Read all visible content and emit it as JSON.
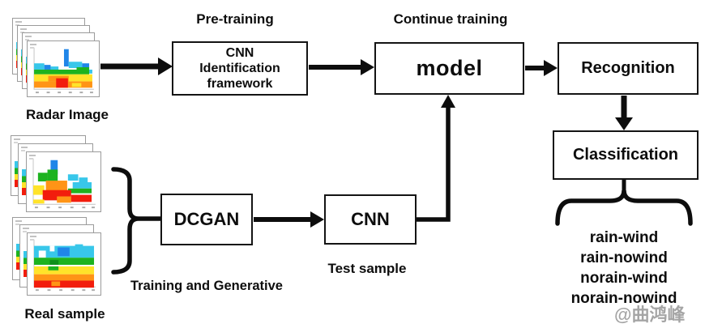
{
  "diagram": {
    "labels": {
      "pre_training": "Pre-training",
      "continue_training": "Continue training",
      "radar_image": "Radar Image",
      "real_sample": "Real sample",
      "test_sample": "Test sample",
      "training_and_generative": "Training and Generative"
    },
    "boxes": {
      "cnn_framework_lines": [
        "CNN",
        "Identification",
        "framework"
      ],
      "model": "model",
      "recognition": "Recognition",
      "classification": "Classification",
      "dcgan": "DCGAN",
      "cnn": "CNN"
    },
    "classes": [
      "rain-wind",
      "rain-nowind",
      "norain-wind",
      "norain-nowind"
    ],
    "watermark": "@曲鸿峰",
    "colors": {
      "background": "#ffffff",
      "arrow": "#0d0d0d",
      "box_border": "#141414",
      "box_fill": "#ffffff",
      "watermark_gray": "#969696",
      "radar_palette": {
        "blue": "#2086e8",
        "cyan": "#38c7ea",
        "green": "#1db31f",
        "dark_green": "#0d8f1a",
        "yellow": "#ffe32a",
        "orange": "#ff9416",
        "red": "#f21d0d"
      }
    }
  }
}
